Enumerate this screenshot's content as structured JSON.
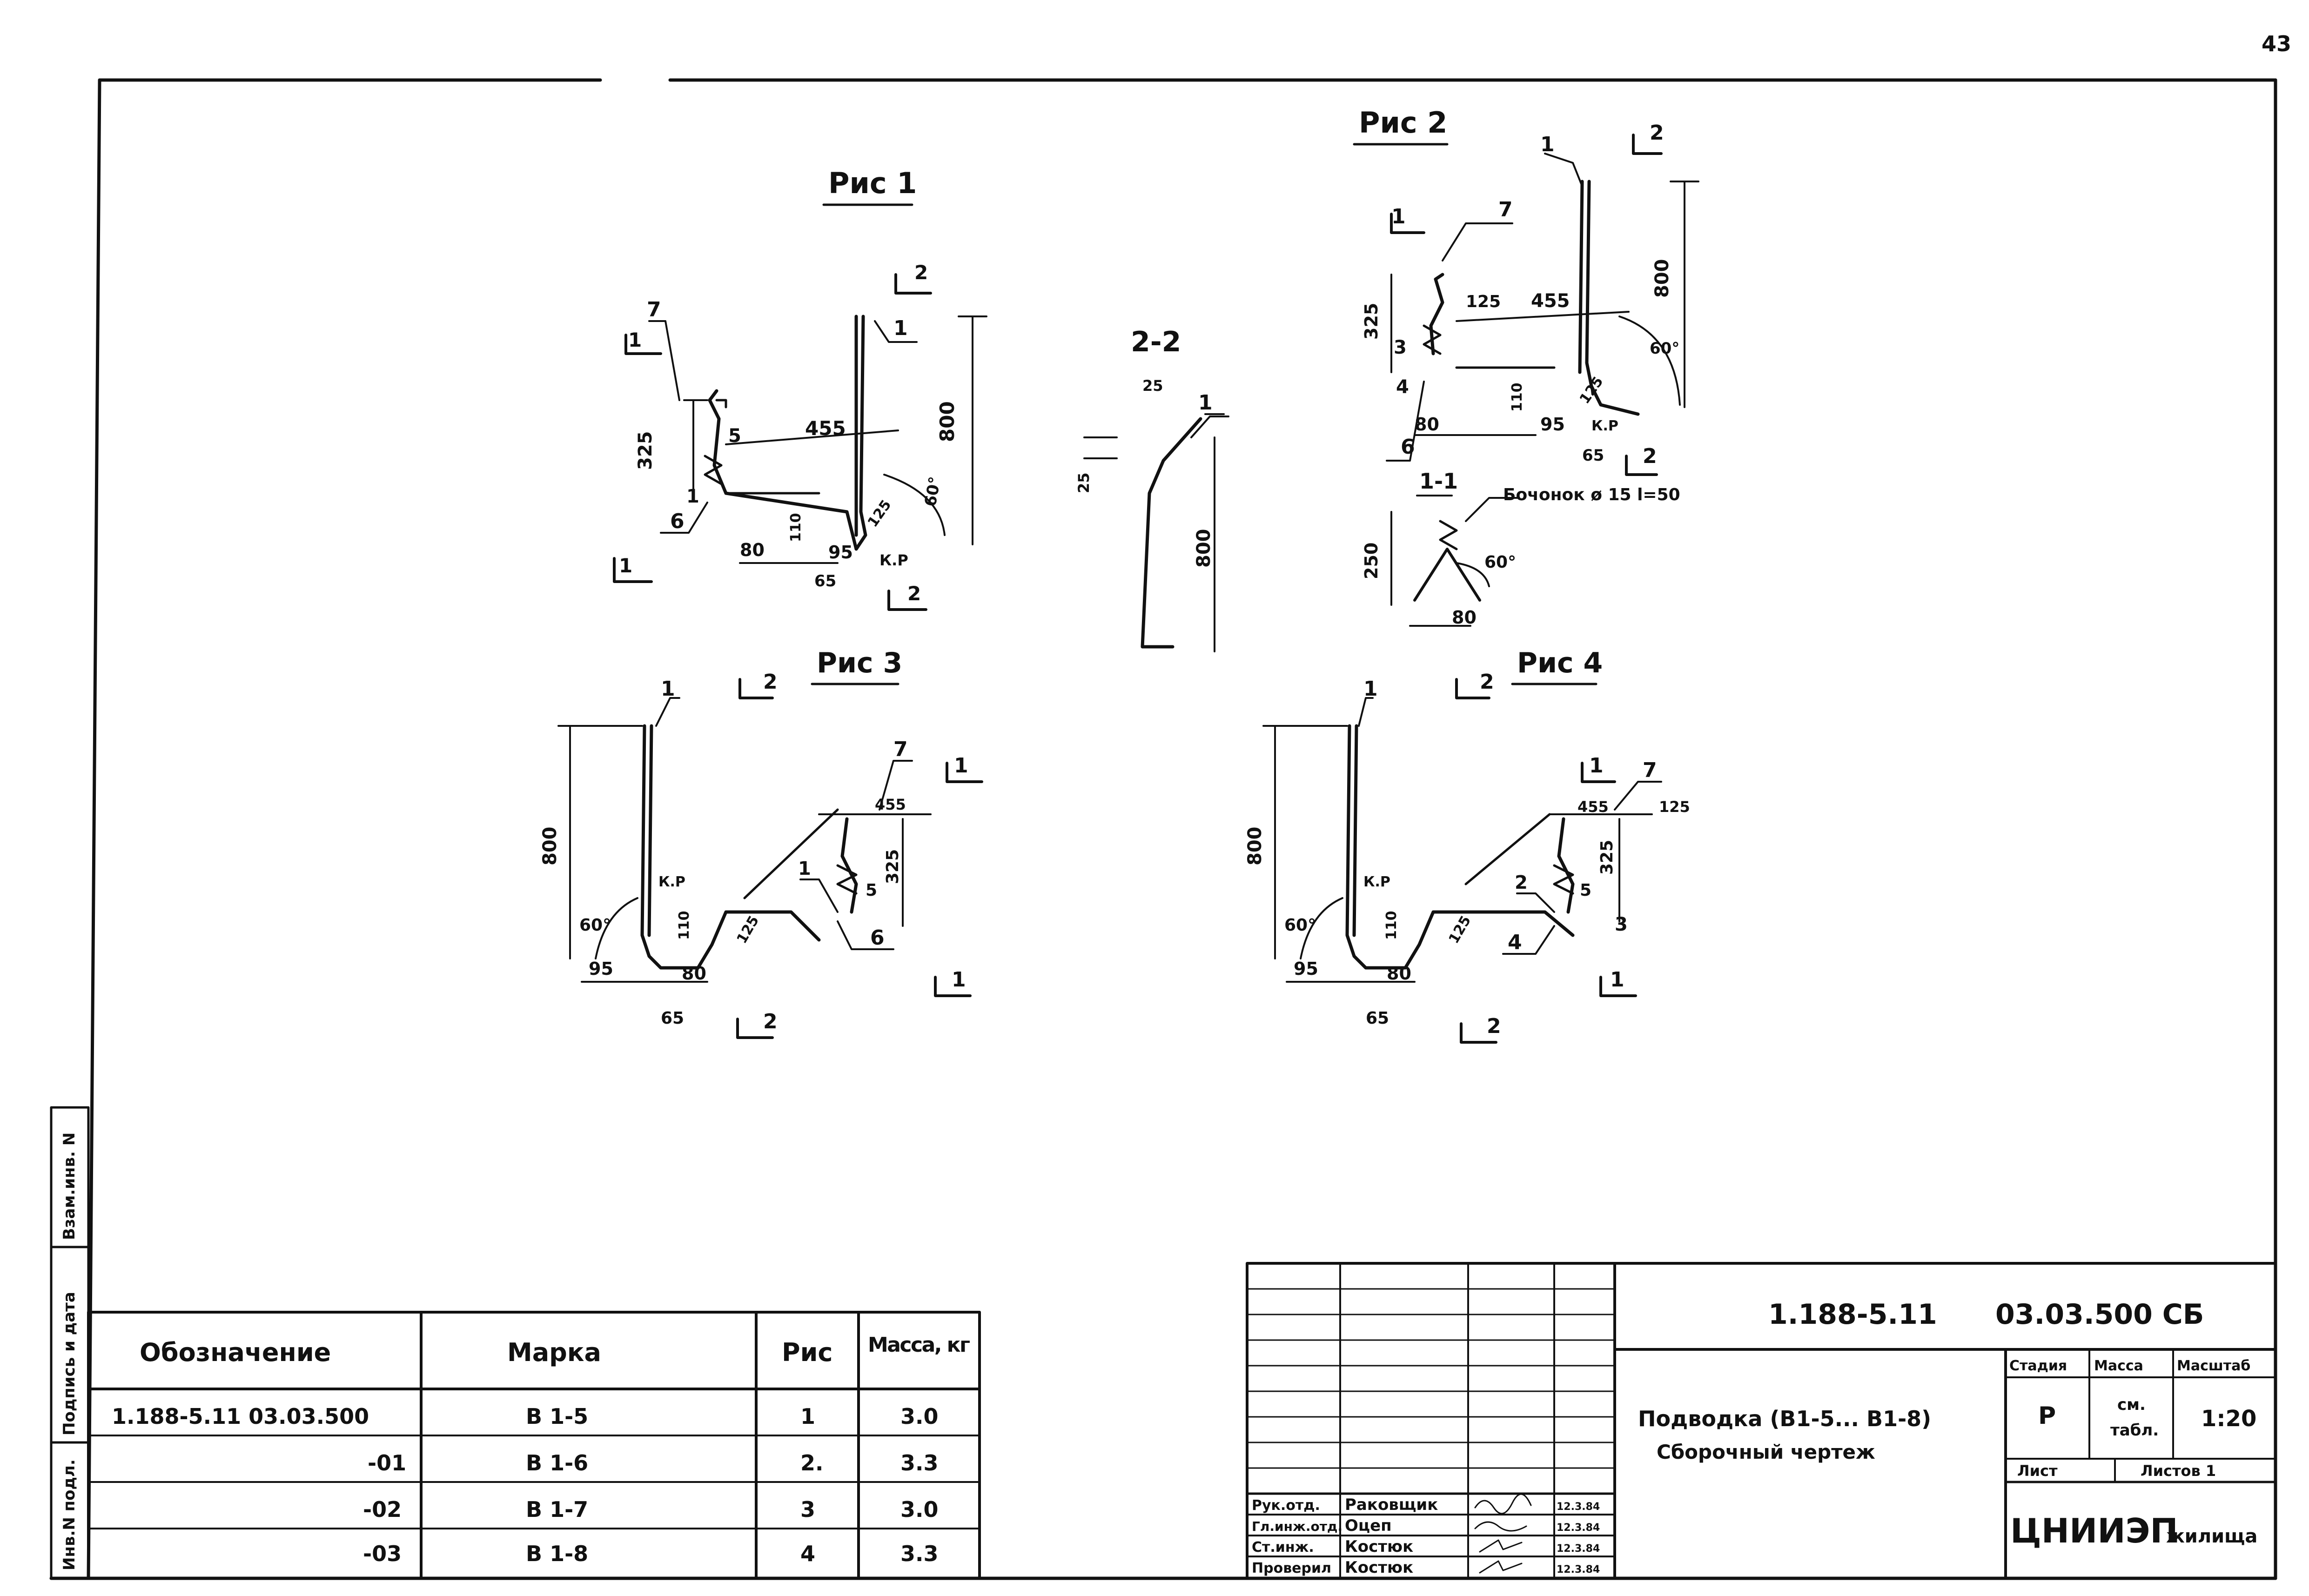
{
  "page_number": "43",
  "figures": {
    "fig1": {
      "title": "Рис 1",
      "cut_labels": [
        "1",
        "1",
        "2",
        "2"
      ],
      "callouts": [
        "7",
        "5",
        "1",
        "6",
        "1"
      ],
      "dims": [
        "325",
        "455",
        "800",
        "110",
        "80",
        "95",
        "65",
        "125"
      ],
      "angle": "60°",
      "note": "К.Р"
    },
    "section22": {
      "title": "2-2",
      "callouts": [
        "1"
      ],
      "dims": [
        "25",
        "25",
        "800"
      ]
    },
    "fig2": {
      "title": "Рис 2",
      "cut_labels": [
        "1",
        "2",
        "2"
      ],
      "callouts": [
        "1",
        "7",
        "3",
        "4",
        "6"
      ],
      "dims": [
        "325",
        "125",
        "455",
        "800",
        "110",
        "80",
        "95",
        "65",
        "125"
      ],
      "angle": "60°",
      "note": "К.Р"
    },
    "section11": {
      "title": "1-1",
      "callout_text": "Бочонок ø 15 l=50",
      "dims": [
        "250",
        "80"
      ],
      "angle": "60°"
    },
    "fig3": {
      "title": "Рис 3",
      "cut_labels": [
        "2",
        "1",
        "1",
        "2"
      ],
      "callouts": [
        "1",
        "7",
        "1",
        "5",
        "6"
      ],
      "dims": [
        "800",
        "455",
        "325",
        "110",
        "125",
        "95",
        "80",
        "65"
      ],
      "angle": "60°",
      "note": "К.Р"
    },
    "fig4": {
      "title": "Рис 4",
      "cut_labels": [
        "2",
        "1",
        "1",
        "2"
      ],
      "callouts": [
        "1",
        "7",
        "2",
        "5",
        "3",
        "4"
      ],
      "dims": [
        "800",
        "455",
        "125",
        "325",
        "110",
        "125",
        "95",
        "80",
        "65"
      ],
      "angle": "60°",
      "note": "К.Р"
    }
  },
  "spec_table": {
    "headers": [
      "Обозначение",
      "Марка",
      "Рис",
      "Масса, кг"
    ],
    "rows": [
      {
        "designation": "1.188-5.11   03.03.500",
        "mark": "В 1-5",
        "fig": "1",
        "mass": "3.0"
      },
      {
        "designation": "-01",
        "mark": "В 1-6",
        "fig": "2.",
        "mass": "3.3"
      },
      {
        "designation": "-02",
        "mark": "В 1-7",
        "fig": "3",
        "mass": "3.0"
      },
      {
        "designation": "-03",
        "mark": "В 1-8",
        "fig": "4",
        "mass": "3.3"
      }
    ]
  },
  "left_strip": [
    "Инв.N подл.",
    "Подпись и дата",
    "Взам.инв. N"
  ],
  "title_block": {
    "code": "1.188-5.11      03.03.500 СБ",
    "name_line1": "Подводка (В1-5... В1-8)",
    "name_line2": "Сборочный чертеж",
    "stage_header": "Стадия",
    "mass_header": "Масса",
    "scale_header": "Масштаб",
    "stage": "Р",
    "mass_line1": "см.",
    "mass_line2": "табл.",
    "scale": "1:20",
    "sheet_label": "Лист",
    "sheets_label": "Листов 1",
    "org_prefix": "ЦНИИЭП",
    "org_suffix": "жилища",
    "people": [
      {
        "role": "Рук.отд.",
        "name": "Раковщик",
        "date": "12.3.84"
      },
      {
        "role": "Гл.инж.отд.",
        "name": "Оцеп",
        "date": "12.3.84"
      },
      {
        "role": "Ст.инж.",
        "name": "Костюк",
        "date": "12.3.84"
      },
      {
        "role": "Проверил",
        "name": "Костюк",
        "date": "12.3.84"
      }
    ]
  }
}
